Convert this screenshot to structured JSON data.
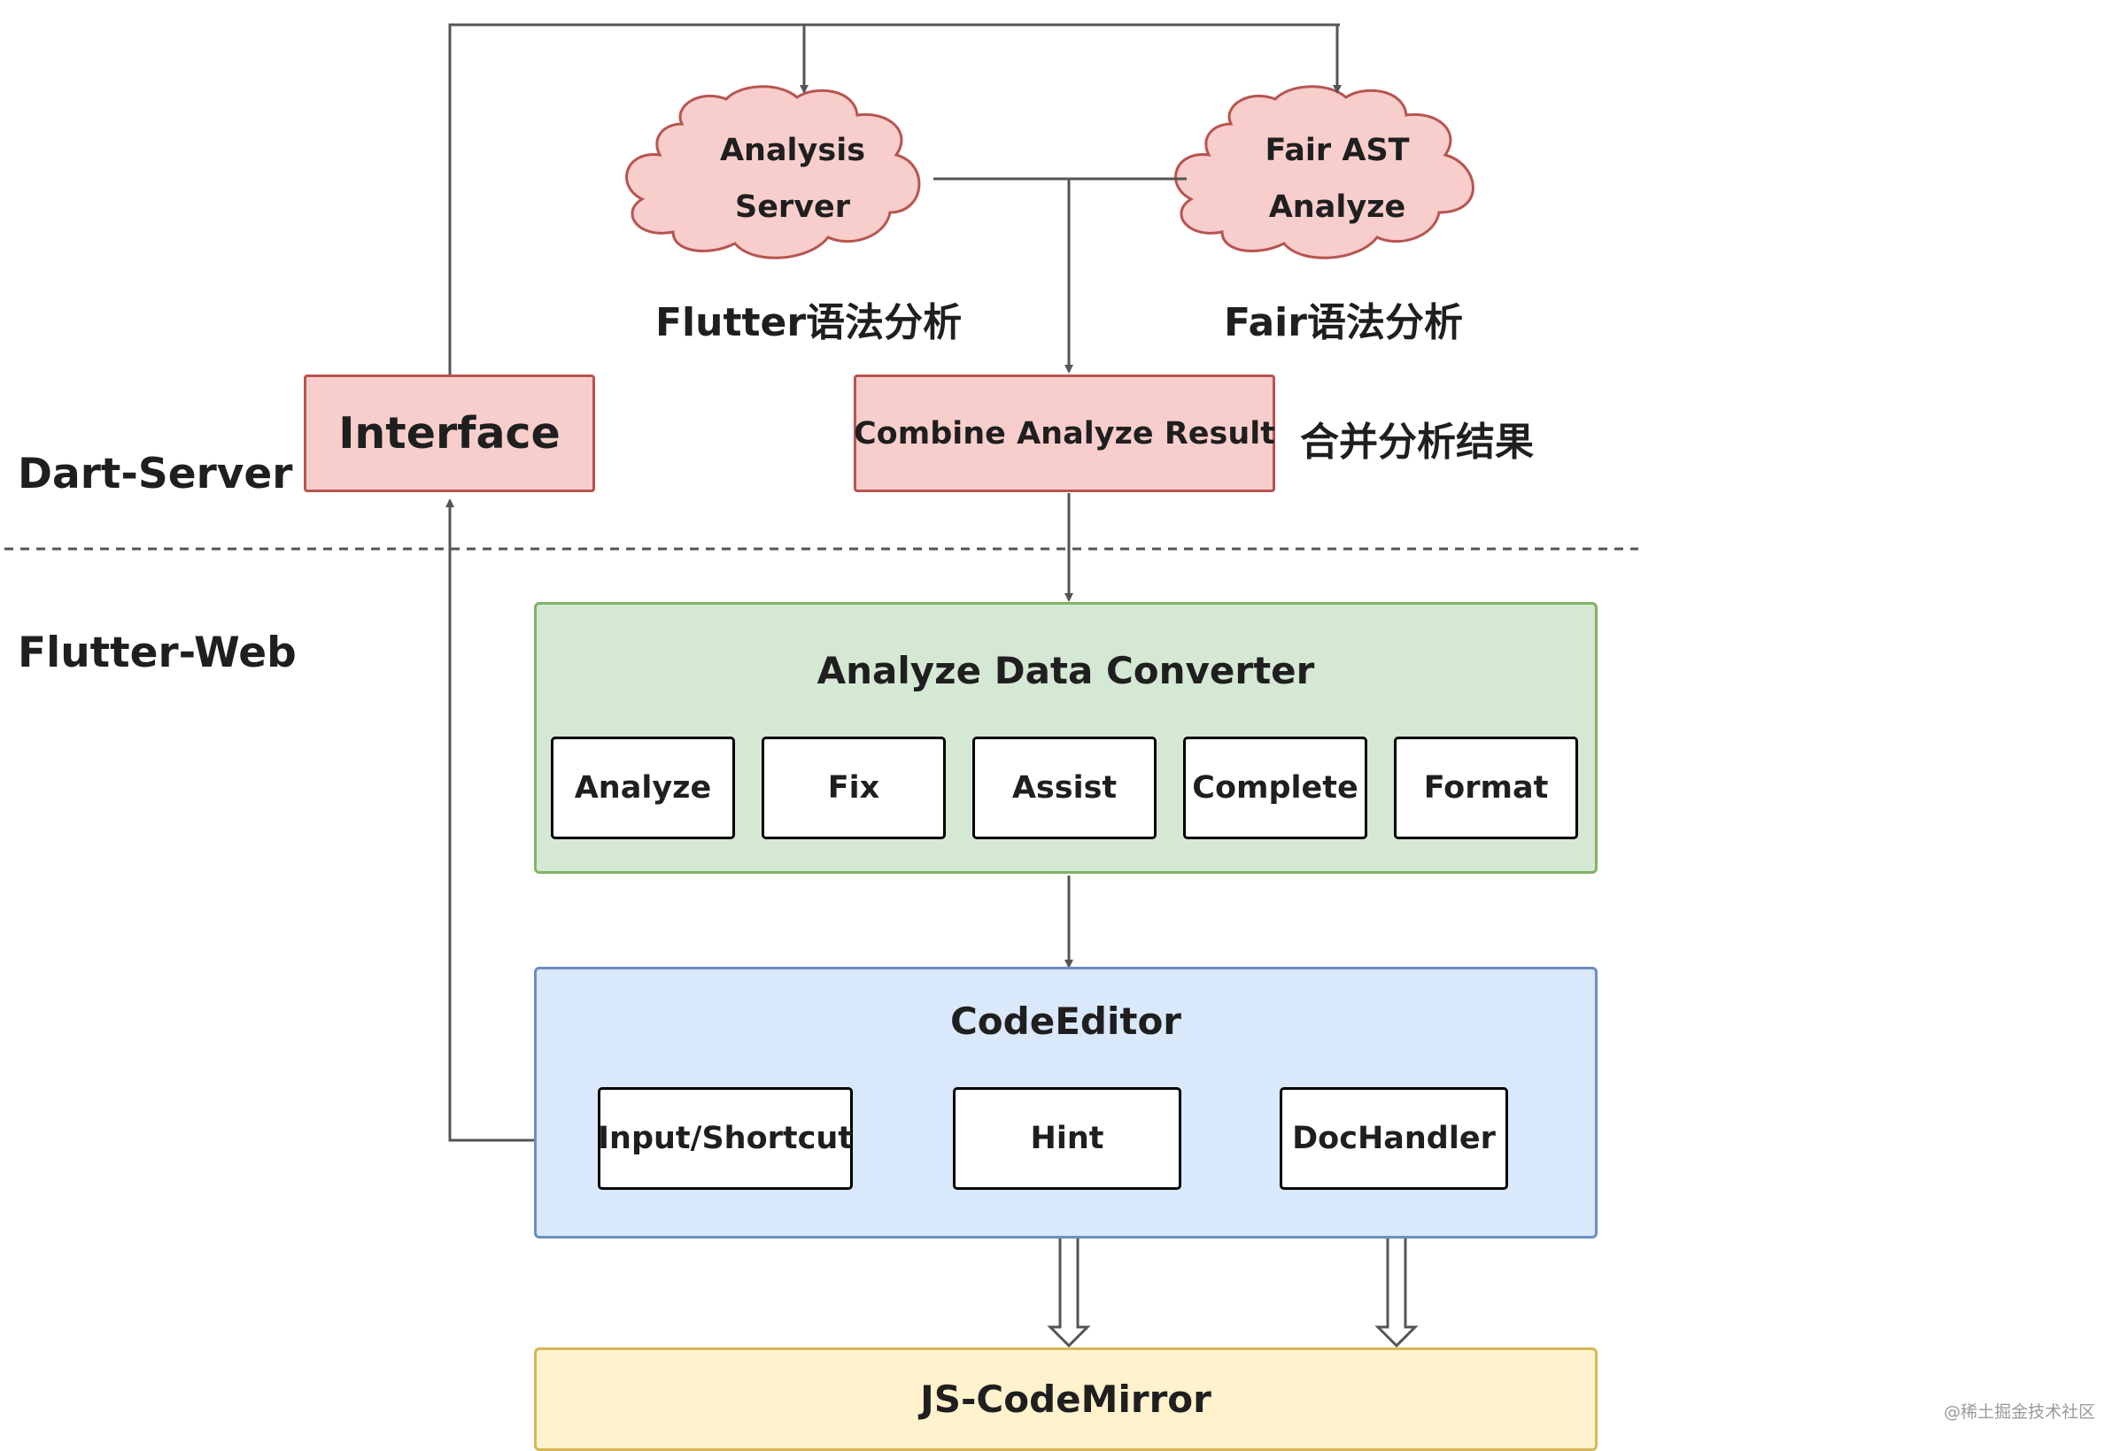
{
  "sections": {
    "dart_server": "Dart-Server",
    "flutter_web": "Flutter-Web"
  },
  "clouds": {
    "analysis_server": {
      "line1": "Analysis",
      "line2": "Server",
      "caption": "Flutter语法分析"
    },
    "fair_ast": {
      "line1": "Fair AST",
      "line2": "Analyze",
      "caption": "Fair语法分析"
    }
  },
  "interface": {
    "label": "Interface"
  },
  "combine": {
    "label": "Combine Analyze Result",
    "caption": "合并分析结果"
  },
  "converter": {
    "title": "Analyze Data Converter",
    "items": [
      "Analyze",
      "Fix",
      "Assist",
      "Complete",
      "Format"
    ]
  },
  "code_editor": {
    "title": "CodeEditor",
    "items": [
      "Input/Shortcut",
      "Hint",
      "DocHandler"
    ]
  },
  "codemirror": {
    "label": "JS-CodeMirror"
  },
  "watermark": "@稀土掘金技术社区",
  "colors": {
    "pink_fill": "#f8cecc",
    "pink_stroke": "#b85450",
    "green_fill": "#d5e8d4",
    "green_stroke": "#82b366",
    "blue_fill": "#dae8fc",
    "blue_stroke": "#6c8ebf",
    "yellow_fill": "#fff2cc",
    "yellow_stroke": "#d6b656",
    "connector": "#555555"
  }
}
